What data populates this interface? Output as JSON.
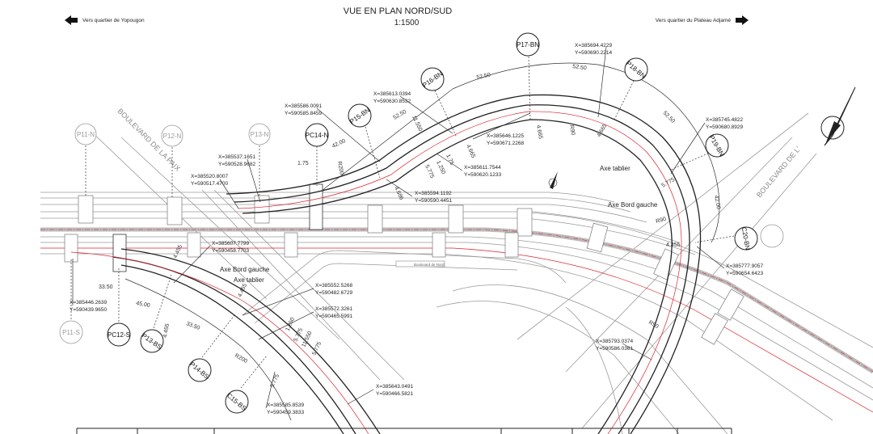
{
  "header": {
    "title": "VUE EN PLAN NORD/SUD",
    "scale": "1:1500",
    "left_direction": "Vers quartier de Yopougon",
    "right_direction": "Vers quartier du Plateau Adjamé"
  },
  "roads": {
    "boulevard_paix": "BOULEVARD DE LA PAIX",
    "boulevard_right": "BOULEVARD DE L'",
    "small_label": "Boulevard de Nord"
  },
  "annotations": {
    "axe_tablier": "Axe tablier",
    "axe_bord_gauche": "Axe Bord gauche"
  },
  "piers": {
    "north": [
      "P11-N",
      "P12-N",
      "P13-N",
      "PC14-N",
      "P15-BN",
      "P16-BN",
      "P17-BN",
      "P18-BN",
      "P19-BN",
      "C20-BN"
    ],
    "south": [
      "P11-S",
      "PC12-S",
      "P13-BS",
      "P14-BS",
      "C15-BS"
    ]
  },
  "dimensions": [
    "1.75",
    "42.00",
    "52.50",
    "52.50",
    "52.50",
    "52.50",
    "42.00",
    "R200",
    "R90",
    "R90",
    "R90",
    "4.455",
    "4.686",
    "4.665",
    "4.665",
    "4.665",
    "5.775",
    "11.550",
    "1.250",
    "5.775",
    "1.75",
    "33.50",
    "45.00",
    "33.50",
    "R200",
    "4.455",
    "4.455",
    "4.455",
    "1.250",
    "5.775",
    "11.550",
    "5.775"
  ],
  "coords": [
    {
      "x": "X=385537.1651",
      "y": "Y=590528.9682"
    },
    {
      "x": "X=385520.8007",
      "y": "Y=590517.4700"
    },
    {
      "x": "X=385586.0091",
      "y": "Y=590585.8459"
    },
    {
      "x": "X=385613.0394",
      "y": "Y=590630.8532"
    },
    {
      "x": "X=385646.1225",
      "y": "Y=590671.2268"
    },
    {
      "x": "X=385611.7544",
      "y": "Y=590620.1233"
    },
    {
      "x": "X=385594.1192",
      "y": "Y=590590.4451"
    },
    {
      "x": "X=385694.4229",
      "y": "Y=590690.2214"
    },
    {
      "x": "X=385745.4822",
      "y": "Y=590680.8929"
    },
    {
      "x": "X=385777.9057",
      "y": "Y=590654.6423"
    },
    {
      "x": "X=385793.0374",
      "y": "Y=590586.0361"
    },
    {
      "x": "X=385607.7799",
      "y": "Y=590458.7703"
    },
    {
      "x": "X=385446.2639",
      "y": "Y=590439.9650"
    },
    {
      "x": "X=385552.5268",
      "y": "Y=590482.6729"
    },
    {
      "x": "X=385572.3261",
      "y": "Y=590465.5991"
    },
    {
      "x": "X=385643.0491",
      "y": "Y=590466.5821"
    },
    {
      "x": "X=385585.8539",
      "y": "Y=590459.3833"
    }
  ]
}
